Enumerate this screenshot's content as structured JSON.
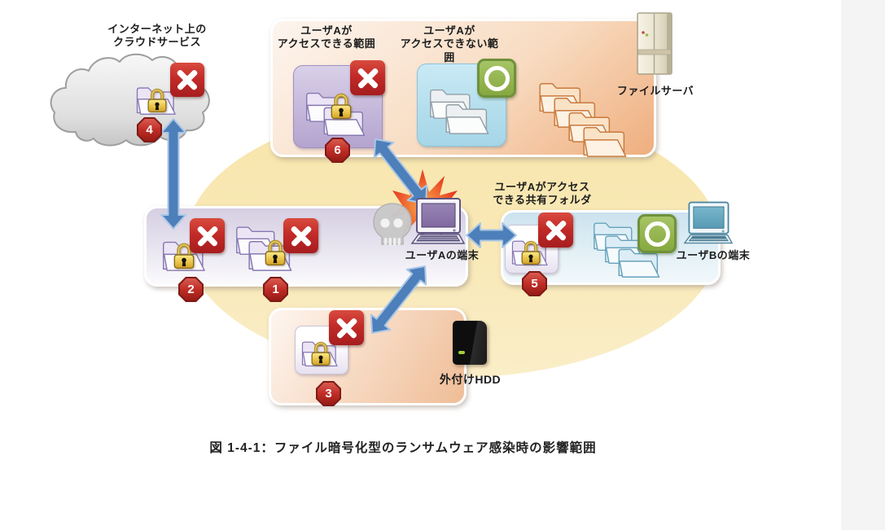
{
  "labels": {
    "cloud": "インターネット上の\nクラウドサービス",
    "fs_accessible": "ユーザAが\nアクセスできる範囲",
    "fs_inaccessible": "ユーザAが\nアクセスできない範囲",
    "file_server": "ファイルサーバ",
    "terminal_a": "ユーザAの端末",
    "shared_folder": "ユーザAがアクセス\nできる共有フォルダ",
    "terminal_b": "ユーザBの端末",
    "external_hdd": "外付けHDD",
    "caption": "図 1-4-1：ファイル暗号化型のランサムウェア感染時の影響範囲"
  },
  "steps": {
    "s1": "1",
    "s2": "2",
    "s3": "3",
    "s4": "4",
    "s5": "5",
    "s6": "6"
  },
  "markers": {
    "encrypted": "x-mark",
    "safe": "o-mark"
  },
  "icons": {
    "cloud": "cloud-shape",
    "lock": "padlock",
    "folder": "folder",
    "skull": "skull",
    "burst": "impact-burst",
    "computer": "desktop-computer",
    "server": "server-tower",
    "hdd": "external-hdd-drive"
  },
  "colors": {
    "arrow_blue": "#4d7fba",
    "cross_red": "#c22b28",
    "step_badge_red": "#b7251f",
    "ok_green": "#8fb554",
    "ellipse_cream": "#f9e9b8",
    "panel_lavender": "#d5cee2",
    "panel_blue": "#cbe2ee",
    "panel_orange": "#efae7e",
    "side_strip_gray": "#f4f4f4"
  }
}
